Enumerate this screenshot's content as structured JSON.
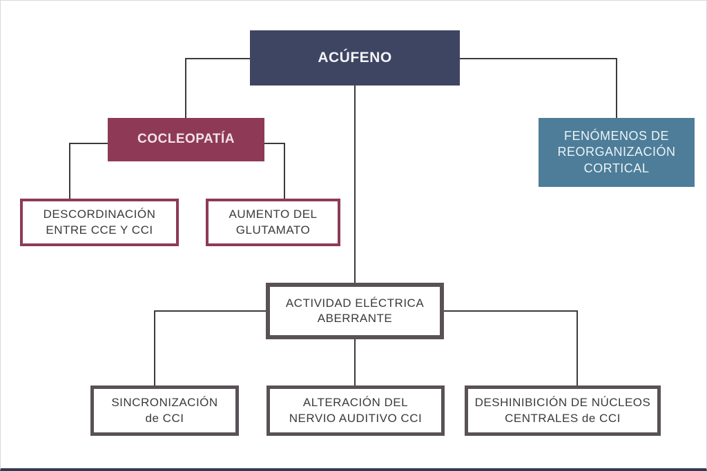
{
  "diagram": {
    "title": "ACÚFENO",
    "type": "flowchart",
    "nodes": {
      "acufeno": {
        "label": "ACÚFENO",
        "style": "navy-filled"
      },
      "cocleopatia": {
        "label": "COCLEOPATÍA",
        "style": "maroon-filled"
      },
      "fenomenos": {
        "label": "FENÓMENOS DE\nREORGANIZACIÓN\nCORTICAL",
        "style": "blue-filled"
      },
      "descordinacion": {
        "label": "DESCORDINACIÓN\nENTRE CCE Y CCI",
        "style": "maroon-outline"
      },
      "aumento": {
        "label": "AUMENTO DEL\nGLUTAMATO",
        "style": "maroon-outline"
      },
      "actividad": {
        "label": "ACTIVIDAD ELÉCTRICA\nABERRANTE",
        "style": "dark-outline"
      },
      "sincronizacion": {
        "label": "SINCRONIZACIÓN\nde CCI",
        "style": "dark-outline"
      },
      "alteracion": {
        "label": "ALTERACIÓN DEL\nNERVIO AUDITIVO CCI",
        "style": "dark-outline"
      },
      "deshinibicion": {
        "label": "DESHINIBICIÓN DE NÚCLEOS\nCENTRALES de CCI",
        "style": "dark-outline"
      }
    },
    "edges": [
      {
        "from": "acufeno",
        "to": "cocleopatia"
      },
      {
        "from": "acufeno",
        "to": "fenomenos"
      },
      {
        "from": "acufeno",
        "to": "actividad"
      },
      {
        "from": "cocleopatia",
        "to": "descordinacion"
      },
      {
        "from": "cocleopatia",
        "to": "aumento"
      },
      {
        "from": "actividad",
        "to": "sincronizacion"
      },
      {
        "from": "actividad",
        "to": "alteracion"
      },
      {
        "from": "actividad",
        "to": "deshinibicion"
      }
    ],
    "colors": {
      "navy": "#3e4563",
      "maroon": "#8e3a57",
      "blue": "#4d7d98",
      "dark_border": "#595156",
      "connector_line": "#3a3a3a",
      "text_dark": "#3a3a3a",
      "page_bottom_border": "#333a52"
    }
  }
}
